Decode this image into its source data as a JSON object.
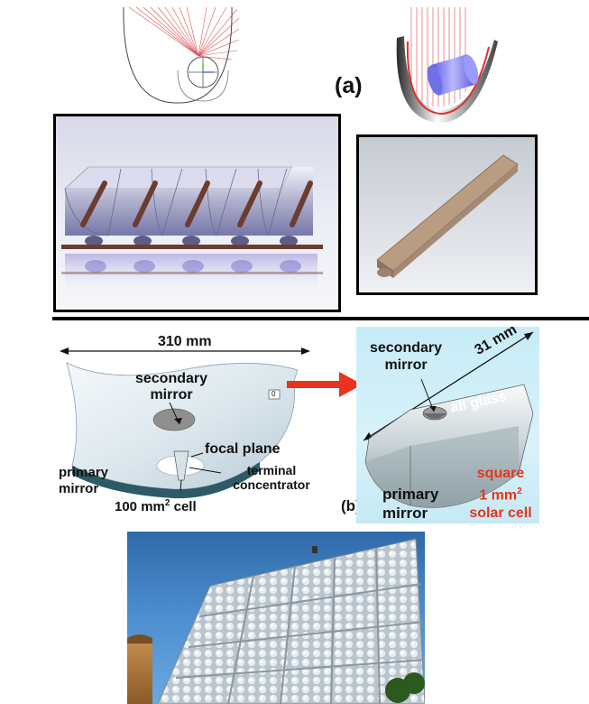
{
  "figure": {
    "panel_a": {
      "label": "(a)"
    },
    "panel_b": {
      "label": "(b)",
      "left_diagram": {
        "dimension": "310 mm",
        "secondary_mirror": "secondary mirror",
        "focal_plane": "focal plane",
        "primary_mirror": "primary mirror",
        "terminal_concentrator": "terminal concentrator",
        "cell": "100 mm",
        "cell_sup": "2",
        "cell_suffix": " cell",
        "small_box": "0"
      },
      "right_diagram": {
        "dimension": "31 mm",
        "secondary_mirror": "secondary mirror",
        "all_glass": "all glass",
        "primary_mirror": "primary mirror",
        "solar_cell_line1": "square",
        "solar_cell_line2a": "1 mm",
        "solar_cell_sup": "2",
        "solar_cell_line3": "solar cell"
      }
    }
  },
  "colors": {
    "ray_red": "#d42a2a",
    "arrow_red": "#e8341c",
    "divider": "#000000",
    "sky_blue": "#3f84c8",
    "cyan_bg": "#bfe8f4"
  }
}
